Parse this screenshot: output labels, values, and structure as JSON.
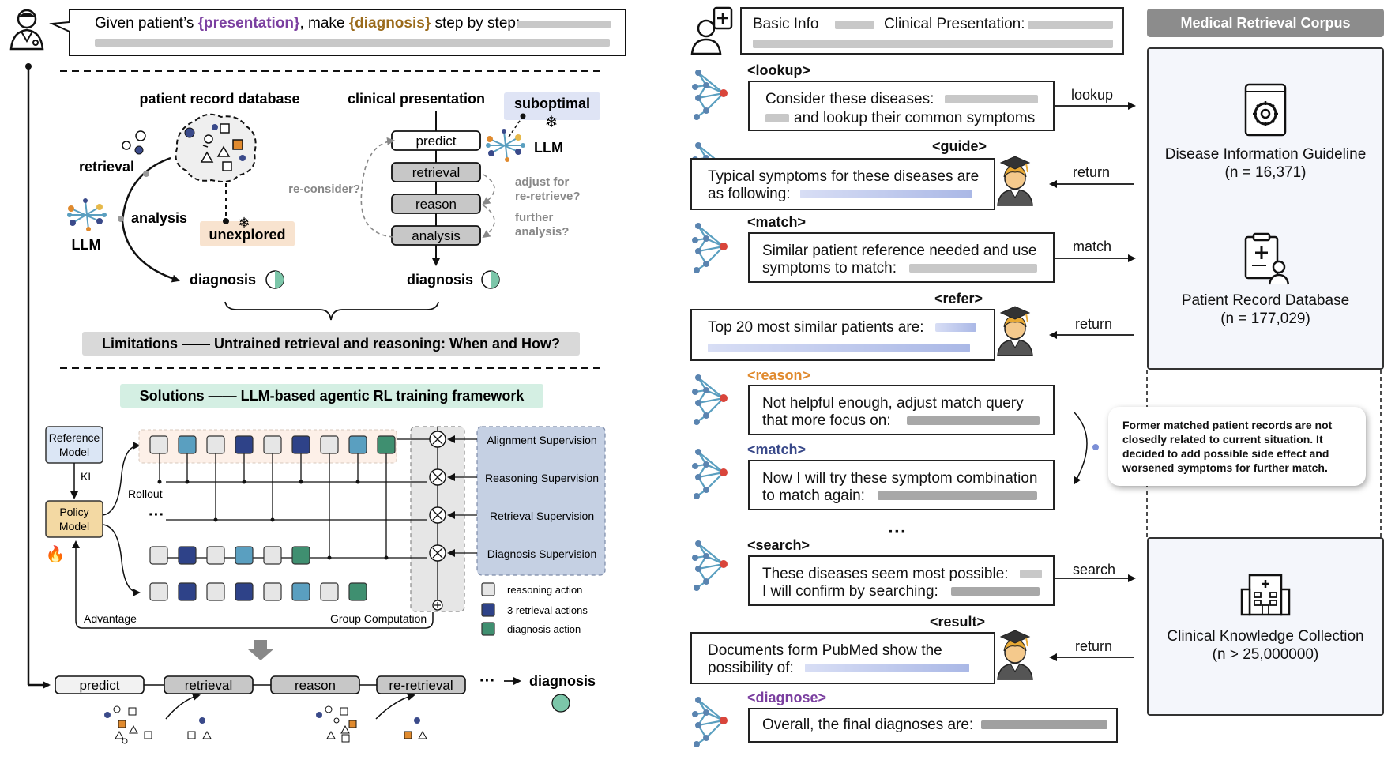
{
  "left": {
    "prompt": {
      "prefix": "Given patient’s ",
      "presentation": "{presentation}",
      "middle": ", make ",
      "diagnosis": "{diagnosis}",
      "suffix": " step by step:"
    },
    "top_panel": {
      "db_title": "patient record database",
      "cp_title": "clinical presentation",
      "retrieval": "retrieval",
      "analysis": "analysis",
      "llm": "LLM",
      "unexplored": "unexplored",
      "suboptimal": "suboptimal",
      "steps": [
        "predict",
        "retrieval",
        "reason",
        "analysis"
      ],
      "reconsider": "re-consider?",
      "adjust": [
        "adjust for",
        "re-retrieve?"
      ],
      "further": [
        "further",
        "analysis?"
      ],
      "diagnosis": "diagnosis",
      "limitations": "Limitations —— Untrained retrieval and reasoning: When and How?"
    },
    "solutions": {
      "title": "Solutions —— LLM-based agentic RL training framework",
      "reference_model": [
        "Reference",
        "Model"
      ],
      "kl": "KL",
      "policy_model": [
        "Policy",
        "Model"
      ],
      "rollout": "Rollout",
      "ellipsis": "···",
      "advantage": "Advantage",
      "group_computation": "Group Computation",
      "supervisions": [
        "Alignment Supervision",
        "Reasoning Supervision",
        "Retrieval Supervision",
        "Diagnosis Supervision"
      ],
      "legend": [
        "reasoning action",
        "3 retrieval actions",
        "diagnosis action"
      ]
    },
    "pipeline": {
      "steps": [
        "predict",
        "retrieval",
        "reason",
        "re-retrieval"
      ],
      "ellipsis": "···",
      "diagnosis": "diagnosis"
    }
  },
  "right": {
    "header": {
      "basic_info": "Basic Info",
      "clinical": "Clinical Presentation:"
    },
    "corpus_title": "Medical Retrieval Corpus",
    "corpora": [
      {
        "name": "Disease Information Guideline",
        "count": "(n = 16,371)"
      },
      {
        "name": "Patient Record Database",
        "count": "(n = 177,029)"
      },
      {
        "name": "Clinical Knowledge Collection",
        "count": "(n > 25,000000)"
      }
    ],
    "steps": {
      "lookup": {
        "tag": "<lookup>",
        "line1": "Consider these diseases:",
        "line2": "and lookup their common symptoms",
        "edge": "lookup"
      },
      "guide": {
        "tag": "<guide>",
        "line1": "Typical symptoms for these diseases are",
        "line2": "as following:",
        "edge": "return"
      },
      "match": {
        "tag": "<match>",
        "line1": "Similar patient reference needed and use",
        "line2": "symptoms to match:",
        "edge": "match"
      },
      "refer": {
        "tag": "<refer>",
        "line1": "Top 20 most similar patients are:",
        "edge": "return"
      },
      "reason": {
        "tag": "<reason>",
        "line1": "Not helpful enough, adjust match query",
        "line2": "that more focus on:"
      },
      "match2": {
        "tag": "<match>",
        "line1": "Now I will try these symptom combination",
        "line2": "to match again:"
      },
      "ellipsis": "···",
      "search": {
        "tag": "<search>",
        "line1": "These diseases seem most possible:",
        "line2": "I will confirm by searching:",
        "edge": "search"
      },
      "result": {
        "tag": "<result>",
        "line1": "Documents form PubMed show the",
        "line2": "possibility of:",
        "edge": "return"
      },
      "diagnose": {
        "tag": "<diagnose>",
        "line1": "Overall, the final diagnoses are:"
      }
    },
    "note": "Former matched patient records are not closedly related to current situation. It decided to add possible side effect and worsened symptoms for further match."
  },
  "colors": {
    "purple": "#7b3fa0",
    "brown": "#9a6a1a",
    "orange": "#e08a2e",
    "navy": "#3a4a8a",
    "unexplored_bg": "#f8e3cf",
    "suboptimal_bg": "#dfe4f5",
    "limit_bg": "#d9d9d9",
    "solution_bg": "#d4efe3",
    "super_bg": "#c5d0e3",
    "policy_bg": "#f3d9a3",
    "ref_bg": "#dbe6f5",
    "teal": "#5a9fc0",
    "dark_blue": "#2e4288",
    "green": "#3f8f70",
    "gray_box": "#e6e6e6"
  }
}
